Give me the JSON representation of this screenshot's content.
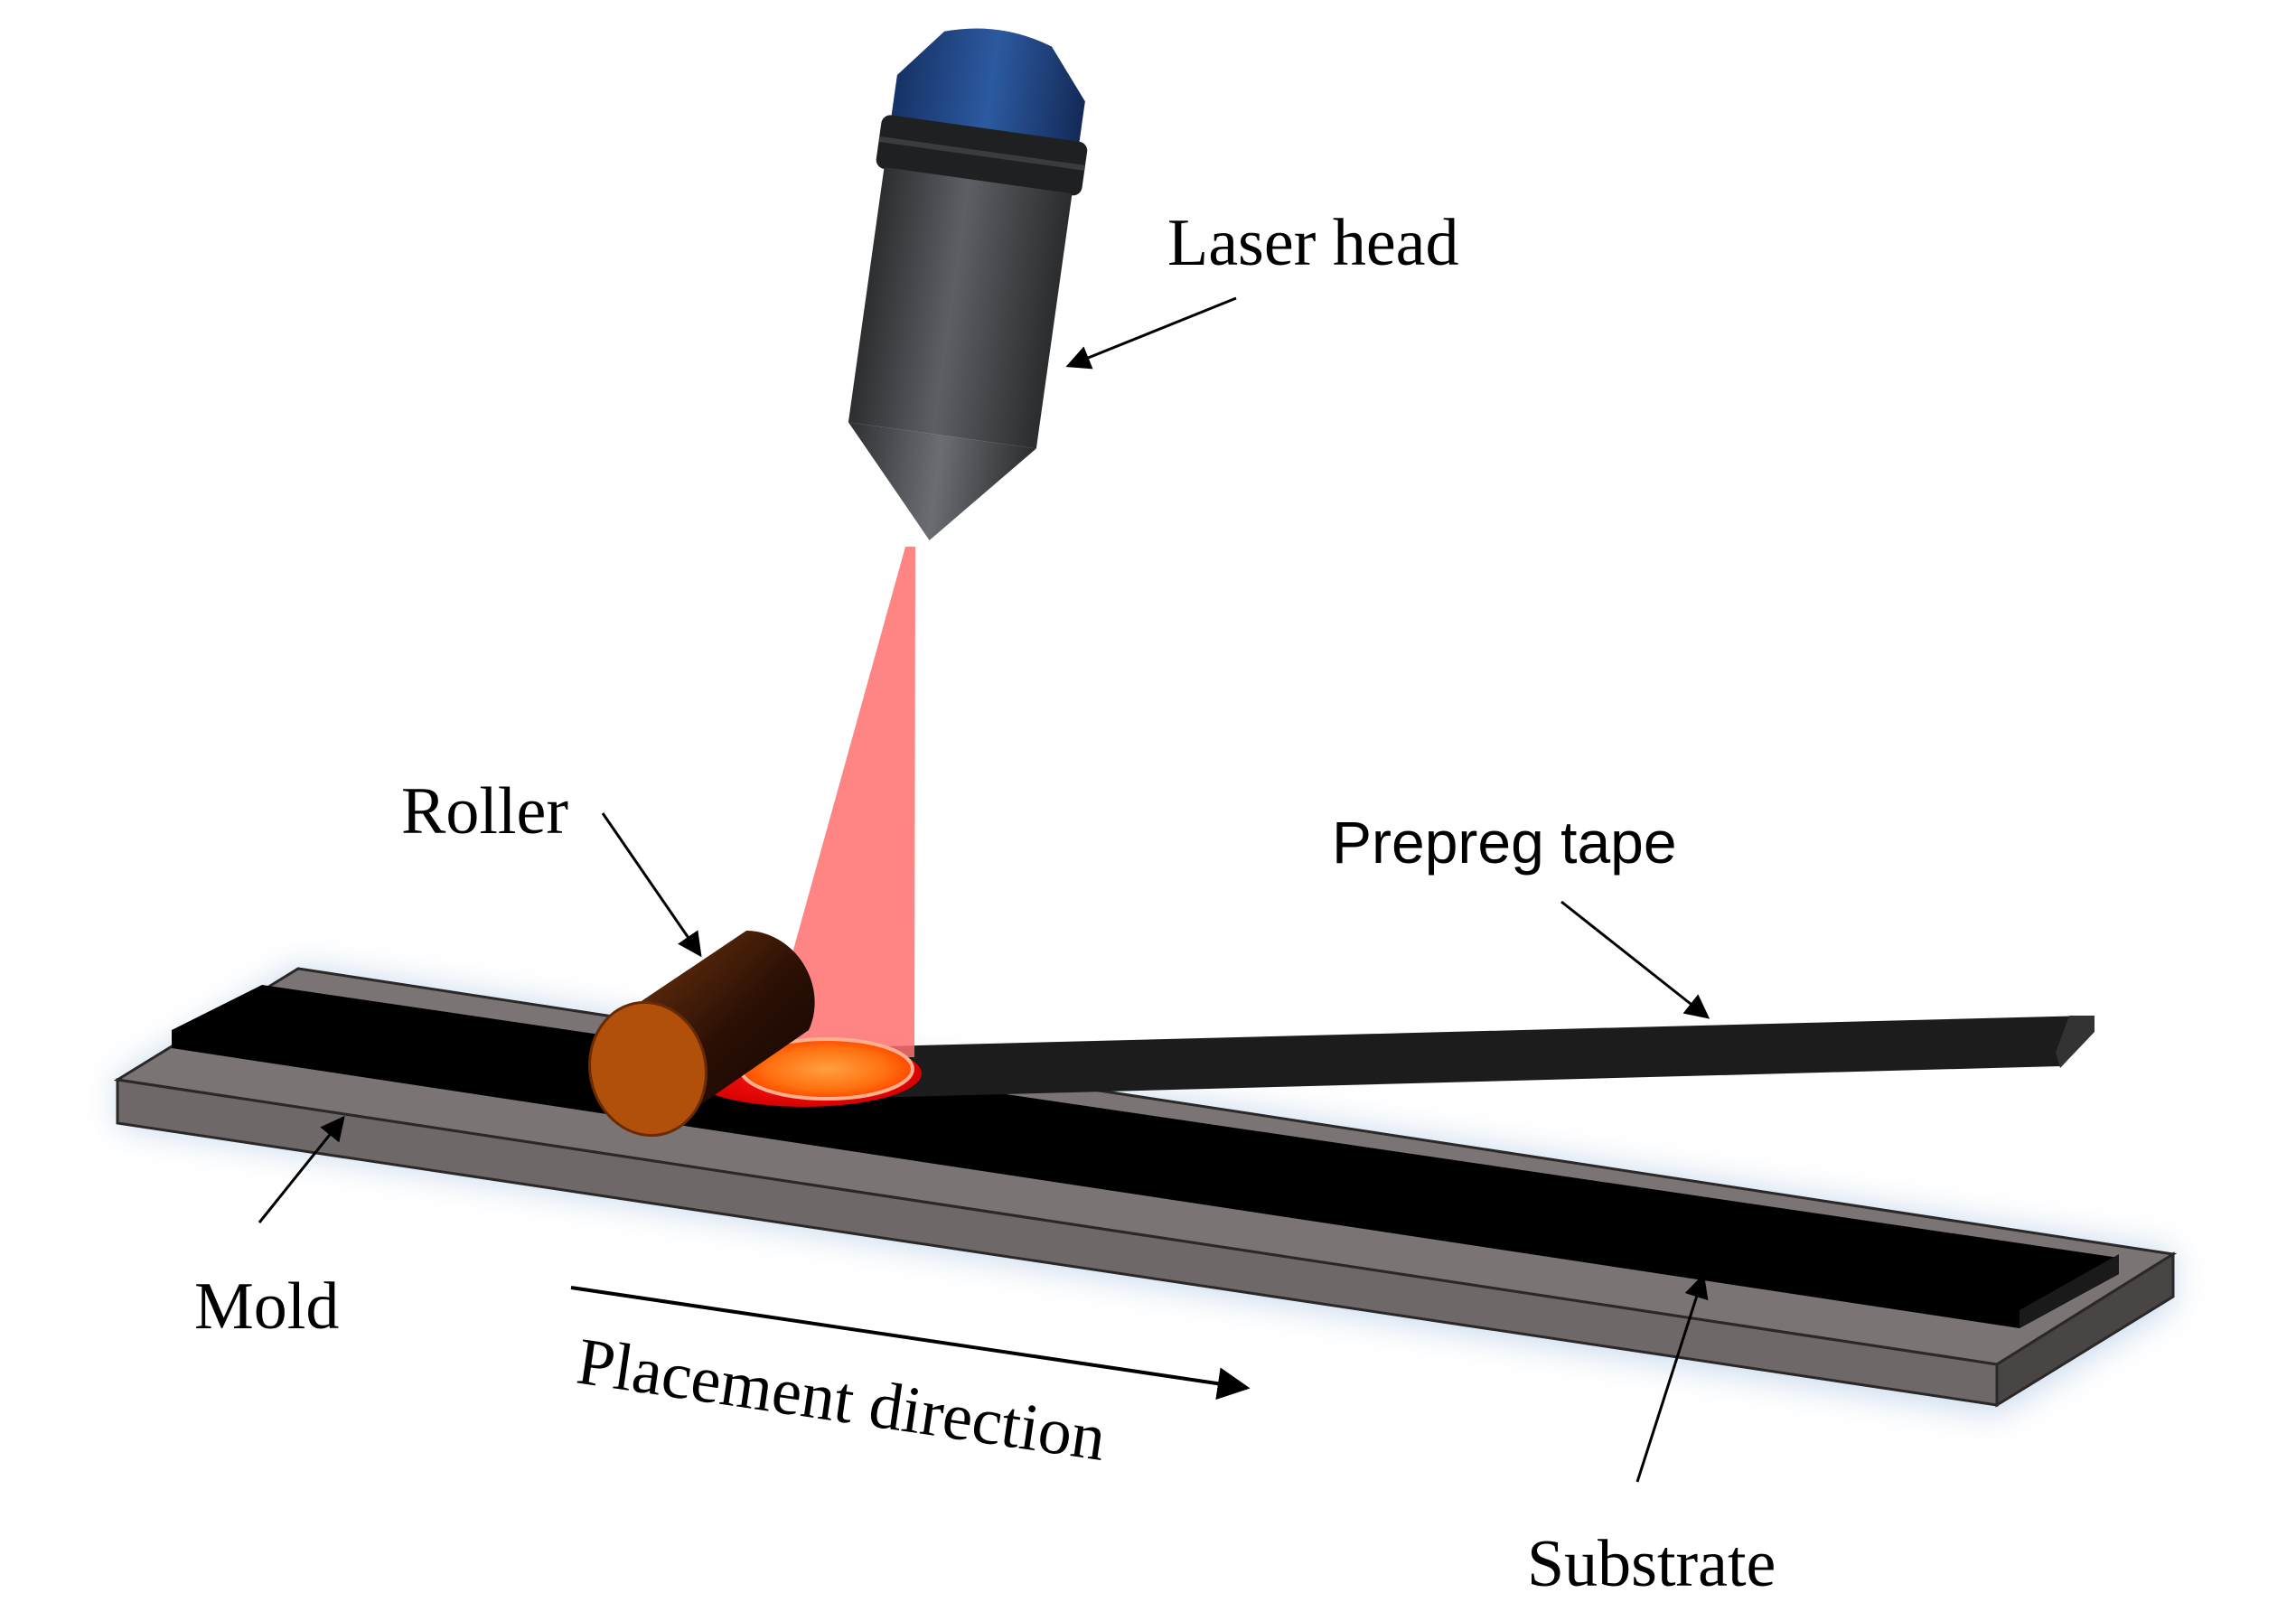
{
  "labels": {
    "laser_head": "Laser head",
    "roller": "Roller",
    "prepreg_tape": "Prepreg tape",
    "mold": "Mold",
    "placement_direction": "Placement direction",
    "substrate": "Substrate"
  },
  "colors": {
    "background": "#ffffff",
    "mold_top": "#7a7474",
    "mold_front": "#6b6565",
    "mold_end": "#4a4545",
    "mold_glow": "#9fbcdc",
    "substrate": "#000000",
    "tape": "#1c1c1c",
    "laser_beam": "#ff6f6f",
    "laser_spot": "#ff7a10",
    "laser_halo": "#ff1010",
    "roller_side": "#b0500a",
    "roller_body": "#4a1f08",
    "laser_head_body": "#3f4245",
    "laser_head_cap": "#1d3f7a",
    "arrow": "#000000"
  }
}
